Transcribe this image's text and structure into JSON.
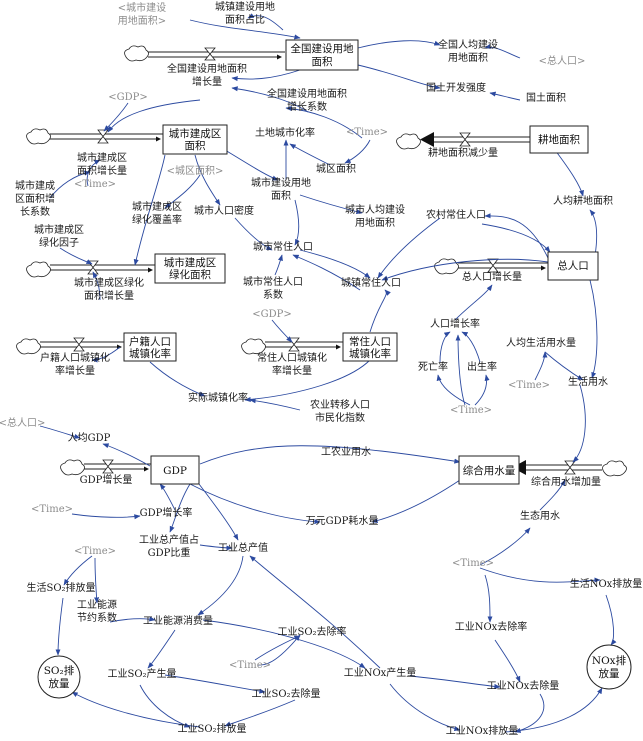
{
  "colors": {
    "link": "#2c4aa0",
    "text": "#1a1a1a",
    "shadow": "#8c8c8c",
    "stock_border": "#222222"
  },
  "stocks": [
    {
      "id": "s_land",
      "lines": [
        "全国建设用地",
        "面积"
      ]
    },
    {
      "id": "s_urban",
      "lines": [
        "城市建成区",
        "面积"
      ]
    },
    {
      "id": "s_farm",
      "lines": [
        "耕地面积"
      ]
    },
    {
      "id": "s_green",
      "lines": [
        "城市建成区",
        "绿化面积"
      ]
    },
    {
      "id": "s_pop",
      "lines": [
        "总人口"
      ]
    },
    {
      "id": "s_hukou",
      "lines": [
        "户籍人口",
        "城镇化率"
      ]
    },
    {
      "id": "s_resid",
      "lines": [
        "常住人口",
        "城镇化率"
      ]
    },
    {
      "id": "s_gdp",
      "lines": [
        "GDP"
      ]
    },
    {
      "id": "s_water",
      "lines": [
        "综合用水量"
      ]
    }
  ],
  "sinks": [
    {
      "id": "k_so2",
      "lines": [
        "SO₂排",
        "放量"
      ]
    },
    {
      "id": "k_nox",
      "lines": [
        "NOx排",
        "放量"
      ]
    }
  ],
  "variables": [
    {
      "id": "v_uls_sh",
      "lines": [
        "<城市建设",
        "用地面积>"
      ],
      "shadow": true
    },
    {
      "id": "v_ratio",
      "lines": [
        "城镇建设用地",
        "面积占比"
      ]
    },
    {
      "id": "v_landinc",
      "lines": [
        "全国建设用地面积",
        "增长量"
      ]
    },
    {
      "id": "v_percap",
      "lines": [
        "全国人均建设",
        "用地面积"
      ]
    },
    {
      "id": "v_pop_sh1",
      "lines": [
        "<总人口>"
      ],
      "shadow": true
    },
    {
      "id": "v_dev",
      "lines": [
        "国土开发强度"
      ]
    },
    {
      "id": "v_terr",
      "lines": [
        "国土面积"
      ]
    },
    {
      "id": "v_gdp_sh1",
      "lines": [
        "<GDP>"
      ],
      "shadow": true
    },
    {
      "id": "v_landcoef",
      "lines": [
        "全国建设用地面积",
        "增长系数"
      ]
    },
    {
      "id": "v_time1",
      "lines": [
        "<Time>"
      ],
      "shadow": true
    },
    {
      "id": "v_urbrate",
      "lines": [
        "土地城市化率"
      ]
    },
    {
      "id": "v_cityarea",
      "lines": [
        "城区面积"
      ]
    },
    {
      "id": "v_farmdec",
      "lines": [
        "耕地面积减少量"
      ]
    },
    {
      "id": "v_urbinc",
      "lines": [
        "城市建成区",
        "面积增长量"
      ]
    },
    {
      "id": "v_time2",
      "lines": [
        "<Time>"
      ],
      "shadow": true
    },
    {
      "id": "v_urbcoef",
      "lines": [
        "城市建成",
        "区面积增",
        "长系数"
      ]
    },
    {
      "id": "v_city_sh",
      "lines": [
        "<城区面积>"
      ],
      "shadow": true
    },
    {
      "id": "v_cover",
      "lines": [
        "城市建成区",
        "绿化覆盖率"
      ]
    },
    {
      "id": "v_density",
      "lines": [
        "城市人口密度"
      ]
    },
    {
      "id": "v_uls",
      "lines": [
        "城市建设用地",
        "面积"
      ]
    },
    {
      "id": "v_farmpc",
      "lines": [
        "人均耕地面积"
      ]
    },
    {
      "id": "v_percity",
      "lines": [
        "城市人均建设",
        "用地面积"
      ]
    },
    {
      "id": "v_rural",
      "lines": [
        "农村常住人口"
      ]
    },
    {
      "id": "v_greenf",
      "lines": [
        "城市建成区",
        "绿化因子"
      ]
    },
    {
      "id": "v_citypop",
      "lines": [
        "城市常住人口"
      ]
    },
    {
      "id": "v_greeninc",
      "lines": [
        "城市建成区绿化",
        "面积增长量"
      ]
    },
    {
      "id": "v_popinc",
      "lines": [
        "总人口增长量"
      ]
    },
    {
      "id": "v_cpcoef",
      "lines": [
        "城市常住人口",
        "系数"
      ]
    },
    {
      "id": "v_townpop",
      "lines": [
        "城镇常住人口"
      ]
    },
    {
      "id": "v_gdp_sh2",
      "lines": [
        "<GDP>"
      ],
      "shadow": true
    },
    {
      "id": "v_growth",
      "lines": [
        "人口增长率"
      ]
    },
    {
      "id": "v_hukinc",
      "lines": [
        "户籍人口城镇化",
        "率增长量"
      ]
    },
    {
      "id": "v_resinc",
      "lines": [
        "常住人口城镇化",
        "率增长量"
      ]
    },
    {
      "id": "v_death",
      "lines": [
        "死亡率"
      ]
    },
    {
      "id": "v_birth",
      "lines": [
        "出生率"
      ]
    },
    {
      "id": "v_lifepc",
      "lines": [
        "人均生活用水量"
      ]
    },
    {
      "id": "v_time3",
      "lines": [
        "<Time>"
      ],
      "shadow": true
    },
    {
      "id": "v_lifew",
      "lines": [
        "生活用水"
      ]
    },
    {
      "id": "v_actual",
      "lines": [
        "实际城镇化率"
      ]
    },
    {
      "id": "v_agri",
      "lines": [
        "农业转移人口",
        "市民化指数"
      ]
    },
    {
      "id": "v_time4",
      "lines": [
        "<Time>"
      ],
      "shadow": true
    },
    {
      "id": "v_pop_sh2",
      "lines": [
        "<总人口>"
      ],
      "shadow": true
    },
    {
      "id": "v_gdppc",
      "lines": [
        "人均GDP"
      ]
    },
    {
      "id": "v_indagw",
      "lines": [
        "工农业用水"
      ]
    },
    {
      "id": "v_gdpinc",
      "lines": [
        "GDP增长量"
      ]
    },
    {
      "id": "v_waterinc",
      "lines": [
        "综合用水增加量"
      ]
    },
    {
      "id": "v_time5",
      "lines": [
        "<Time>"
      ],
      "shadow": true
    },
    {
      "id": "v_gdprate",
      "lines": [
        "GDP增长率"
      ]
    },
    {
      "id": "v_wpergdp",
      "lines": [
        "万元GDP耗水量"
      ]
    },
    {
      "id": "v_ecow",
      "lines": [
        "生态用水"
      ]
    },
    {
      "id": "v_indshare",
      "lines": [
        "工业总产值占",
        "GDP比重"
      ]
    },
    {
      "id": "v_indval",
      "lines": [
        "工业总产值"
      ]
    },
    {
      "id": "v_time6",
      "lines": [
        "<Time>"
      ],
      "shadow": true
    },
    {
      "id": "v_time7",
      "lines": [
        "<Time>"
      ],
      "shadow": true
    },
    {
      "id": "v_liveso2",
      "lines": [
        "生活SO₂排放量"
      ]
    },
    {
      "id": "v_livenox",
      "lines": [
        "生活NOx排放量"
      ]
    },
    {
      "id": "v_energy",
      "lines": [
        "工业能源消费量"
      ]
    },
    {
      "id": "v_saving",
      "lines": [
        "工业能源",
        "节约系数"
      ]
    },
    {
      "id": "v_so2rem",
      "lines": [
        "工业SO₂去除率"
      ]
    },
    {
      "id": "v_noxrate",
      "lines": [
        "工业NOx去除率"
      ]
    },
    {
      "id": "v_time8",
      "lines": [
        "<Time>"
      ],
      "shadow": true
    },
    {
      "id": "v_so2gen",
      "lines": [
        "工业SO₂产生量"
      ]
    },
    {
      "id": "v_noxgen",
      "lines": [
        "工业NOx产生量"
      ]
    },
    {
      "id": "v_noxremq",
      "lines": [
        "工业NOx去除量"
      ]
    },
    {
      "id": "v_so2remq",
      "lines": [
        "工业SO₂去除量"
      ]
    },
    {
      "id": "v_so2emit",
      "lines": [
        "工业SO₂排放量"
      ]
    },
    {
      "id": "v_noxemit",
      "lines": [
        "工业NOx排放量"
      ]
    }
  ]
}
